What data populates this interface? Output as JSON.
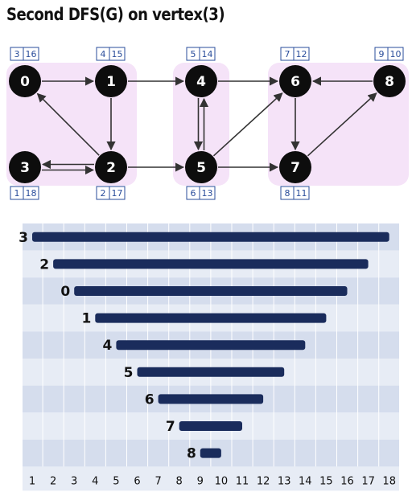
{
  "title": "Second DFS(G) on vertex(3)",
  "colors": {
    "node_fill": "#0d0d0d",
    "node_text": "#ffffff",
    "scc_fill": "#f5e3f8",
    "edge": "#333333",
    "time_text": "#2a4d9b",
    "time_border": "#2a4d9b",
    "bar": "#1a2c5c",
    "row_dark": "#d5dded",
    "row_light": "#e7ecf5"
  },
  "nodes": [
    {
      "id": "0",
      "discover": 3,
      "finish": 16
    },
    {
      "id": "1",
      "discover": 4,
      "finish": 15
    },
    {
      "id": "4",
      "discover": 5,
      "finish": 14
    },
    {
      "id": "6",
      "discover": 7,
      "finish": 12
    },
    {
      "id": "8",
      "discover": 9,
      "finish": 10
    },
    {
      "id": "3",
      "discover": 1,
      "finish": 18
    },
    {
      "id": "2",
      "discover": 2,
      "finish": 17
    },
    {
      "id": "5",
      "discover": 6,
      "finish": 13
    },
    {
      "id": "7",
      "discover": 8,
      "finish": 11
    }
  ],
  "edges": [
    [
      "0",
      "1"
    ],
    [
      "1",
      "4"
    ],
    [
      "4",
      "6"
    ],
    [
      "8",
      "6"
    ],
    [
      "1",
      "2"
    ],
    [
      "2",
      "0"
    ],
    [
      "3",
      "2"
    ],
    [
      "2",
      "3"
    ],
    [
      "2",
      "5"
    ],
    [
      "5",
      "7"
    ],
    [
      "4",
      "5"
    ],
    [
      "5",
      "4"
    ],
    [
      "5",
      "6"
    ],
    [
      "6",
      "7"
    ],
    [
      "7",
      "8"
    ]
  ],
  "chart_data": {
    "type": "bar",
    "x_ticks": [
      1,
      2,
      3,
      4,
      5,
      6,
      7,
      8,
      9,
      10,
      11,
      12,
      13,
      14,
      15,
      16,
      17,
      18
    ],
    "bars": [
      {
        "label": "3",
        "start": 1,
        "end": 18
      },
      {
        "label": "2",
        "start": 2,
        "end": 17
      },
      {
        "label": "0",
        "start": 3,
        "end": 16
      },
      {
        "label": "1",
        "start": 4,
        "end": 15
      },
      {
        "label": "4",
        "start": 5,
        "end": 14
      },
      {
        "label": "5",
        "start": 6,
        "end": 13
      },
      {
        "label": "6",
        "start": 7,
        "end": 12
      },
      {
        "label": "7",
        "start": 8,
        "end": 11
      },
      {
        "label": "8",
        "start": 9,
        "end": 10
      }
    ]
  }
}
